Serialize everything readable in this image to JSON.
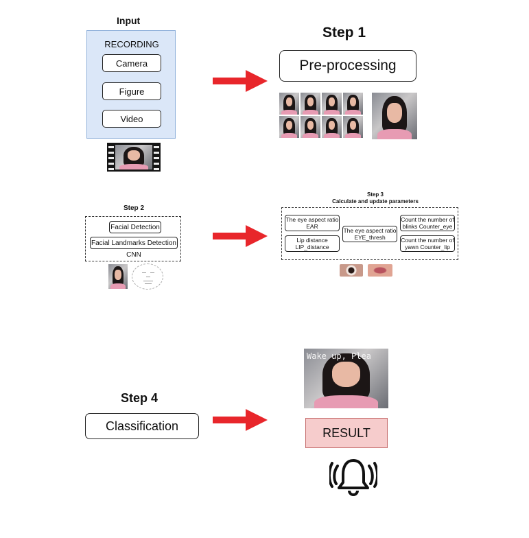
{
  "input": {
    "title": "Input",
    "recording_label": "RECORDING",
    "options": [
      "Camera",
      "Figure",
      "Video"
    ]
  },
  "step1": {
    "title": "Step 1",
    "box_label": "Pre-processing"
  },
  "step2": {
    "title": "Step 2",
    "boxes": [
      "Facial Detection",
      "Facial Landmarks Detection"
    ],
    "model_label": "CNN"
  },
  "step3": {
    "title_line1": "Step 3",
    "title_line2": "Calculate and update parameters",
    "left_boxes": [
      "The eye aspect ratio EAR",
      "Lip distance LIP_distance"
    ],
    "center_box": "The eye aspect ratio EYE_thresh",
    "right_boxes": [
      "Count the number of blinks Counter_eye",
      "Count the number of yawn Counter_lip"
    ]
  },
  "step4": {
    "title": "Step 4",
    "box_label": "Classification",
    "overlay_text": "Wake up, Plea",
    "result_label": "RESULT"
  },
  "colors": {
    "arrow": "#e8262b",
    "input_panel": "#dbe7f8",
    "result_fill": "#f6cccc"
  },
  "icons": {
    "alarm": "ringing-bell-icon"
  }
}
